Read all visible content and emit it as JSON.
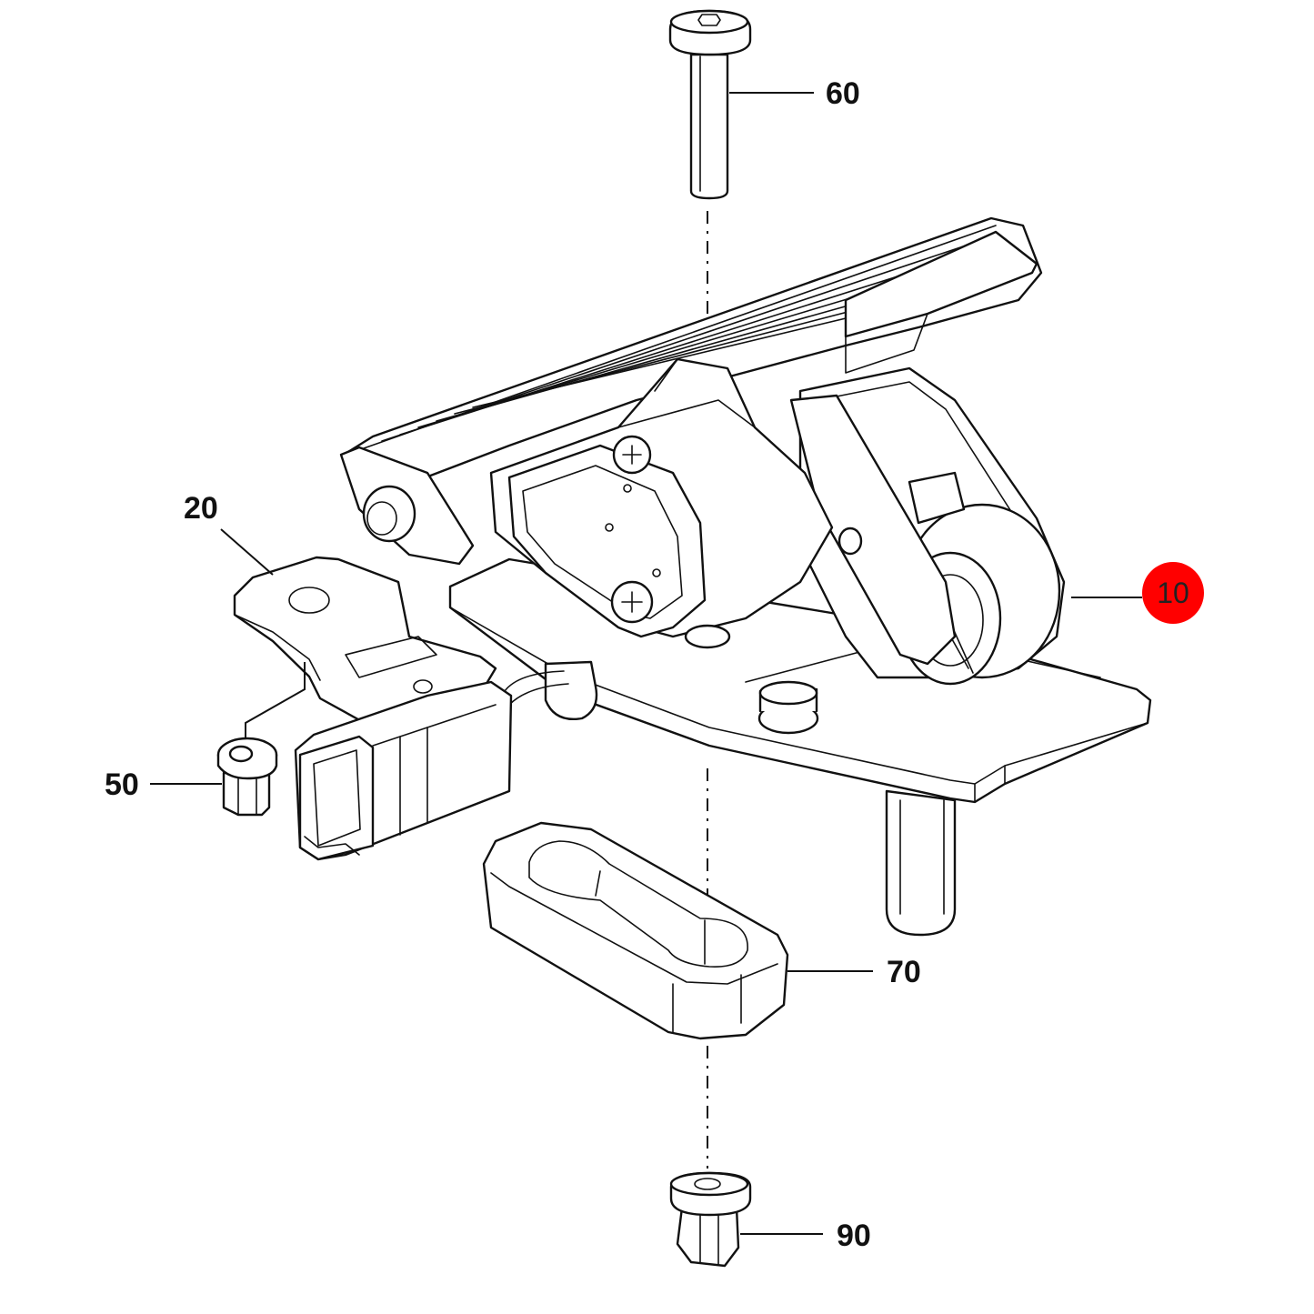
{
  "callouts": [
    {
      "id": "60",
      "label": "60",
      "part": "screw",
      "highlighted": false
    },
    {
      "id": "20",
      "label": "20",
      "part": "bracket",
      "highlighted": false
    },
    {
      "id": "10",
      "label": "10",
      "part": "pedal-assembly",
      "highlighted": true
    },
    {
      "id": "50",
      "label": "50",
      "part": "nut",
      "highlighted": false
    },
    {
      "id": "70",
      "label": "70",
      "part": "spacer",
      "highlighted": false
    },
    {
      "id": "90",
      "label": "90",
      "part": "push-nut",
      "highlighted": false
    }
  ],
  "colors": {
    "line": "#111111",
    "highlight": "#ff0000",
    "background": "#ffffff"
  }
}
